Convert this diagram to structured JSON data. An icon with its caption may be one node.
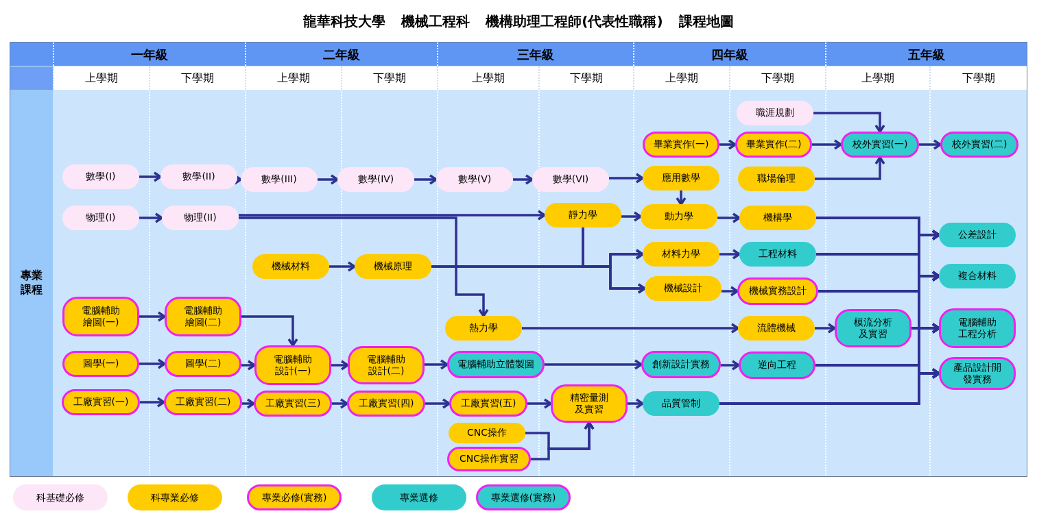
{
  "diagram": {
    "title": "龍華科技大學 機械工程科 機構助理工程師(代表性職稱) 課程地圖",
    "nodes": [
      {
        "text": [
          "職涯規劃"
        ]
      },
      {
        "text": [
          "畢業實作(一)"
        ]
      },
      {
        "text": [
          "畢業實作(二)"
        ]
      },
      {
        "text": [
          "校外實習(一)"
        ]
      },
      {
        "text": [
          "校外實習(二)"
        ]
      },
      {
        "text": [
          "數學(I)"
        ]
      },
      {
        "text": [
          "數學(II)"
        ]
      },
      {
        "text": [
          "數學(III)"
        ]
      },
      {
        "text": [
          "數學(IV)"
        ]
      },
      {
        "text": [
          "數學(V)"
        ]
      },
      {
        "text": [
          "數學(VI)"
        ]
      },
      {
        "text": [
          "應用數學"
        ]
      },
      {
        "text": [
          "職場倫理"
        ]
      },
      {
        "text": [
          "物理(I)"
        ]
      },
      {
        "text": [
          "物理(II)"
        ]
      },
      {
        "text": [
          "靜力學"
        ]
      },
      {
        "text": [
          "動力學"
        ]
      },
      {
        "text": [
          "機構學"
        ]
      },
      {
        "text": [
          "公差設計"
        ]
      },
      {
        "text": [
          "機械材料"
        ]
      },
      {
        "text": [
          "機械原理"
        ]
      },
      {
        "text": [
          "材料力學"
        ]
      },
      {
        "text": [
          "工程材料"
        ]
      },
      {
        "text": [
          "複合材料"
        ]
      },
      {
        "text": [
          "機械設計"
        ]
      },
      {
        "text": [
          "機械實務設計"
        ]
      },
      {
        "text": [
          "電腦輔助繪圖(一)"
        ]
      },
      {
        "text": [
          "電腦輔助繪圖(二)"
        ]
      },
      {
        "text": [
          "熱力學"
        ]
      },
      {
        "text": [
          "流體機械"
        ]
      },
      {
        "text": [
          "模流分析及實習"
        ]
      },
      {
        "text": [
          "電腦輔助工程分析"
        ]
      },
      {
        "text": [
          "圖學(一)"
        ]
      },
      {
        "text": [
          "圖學(二)"
        ]
      },
      {
        "text": [
          "電腦輔助設計(一)"
        ]
      },
      {
        "text": [
          "電腦輔助設計(二)"
        ]
      },
      {
        "text": [
          "電腦輔助立體製圖"
        ]
      },
      {
        "text": [
          "創新設計實務"
        ]
      },
      {
        "text": [
          "逆向工程"
        ]
      },
      {
        "text": [
          "產品設計開發實務"
        ]
      },
      {
        "text": [
          "工廠實習(一)"
        ]
      },
      {
        "text": [
          "工廠實習(二)"
        ]
      },
      {
        "text": [
          "工廠實習(三)"
        ]
      },
      {
        "text": [
          "工廠實習(四)"
        ]
      },
      {
        "text": [
          "工廠實習(五)"
        ]
      },
      {
        "text": [
          "精密量測及實習"
        ]
      },
      {
        "text": [
          "品質管制"
        ]
      },
      {
        "text": [
          "CNC操作"
        ]
      },
      {
        "text": [
          "CNC操作實習"
        ]
      }
    ],
    "edges": [
      {
        "from": 0,
        "to": 3,
        "arrow": "to"
      },
      {
        "from": 1,
        "to": 2,
        "arrow": "to"
      },
      {
        "from": 2,
        "to": 3,
        "arrow": "to"
      },
      {
        "from": 3,
        "to": 4,
        "arrow": "to"
      },
      {
        "from": 12,
        "to": 3,
        "arrow": "to"
      },
      {
        "from": 5,
        "to": 6,
        "arrow": "to"
      },
      {
        "from": 6,
        "to": 7,
        "arrow": "to"
      },
      {
        "from": 7,
        "to": 8,
        "arrow": "to"
      },
      {
        "from": 8,
        "to": 9,
        "arrow": "to"
      },
      {
        "from": 9,
        "to": 10,
        "arrow": "to"
      },
      {
        "from": 10,
        "to": 11,
        "arrow": "to"
      },
      {
        "from": 11,
        "to": 16,
        "arrow": "to"
      },
      {
        "from": 13,
        "to": 14,
        "arrow": "to"
      },
      {
        "from": 14,
        "to": 15,
        "arrow": "to"
      },
      {
        "from": 14,
        "to": 28,
        "arrow": "to"
      },
      {
        "from": 15,
        "to": 16,
        "arrow": "to"
      },
      {
        "from": 16,
        "to": 17,
        "arrow": "to"
      },
      {
        "from": 15,
        "to": 21,
        "arrow": "to"
      },
      {
        "from": 15,
        "to": 24,
        "arrow": "to"
      },
      {
        "from": 19,
        "to": 20,
        "arrow": "to"
      },
      {
        "from": 20,
        "to": 21,
        "arrow": "to"
      },
      {
        "from": 20,
        "to": 24,
        "arrow": "to"
      },
      {
        "from": 21,
        "to": 22,
        "arrow": "to"
      },
      {
        "from": 24,
        "to": 25,
        "arrow": "to"
      },
      {
        "from": 17,
        "to": 18,
        "arrow": "to"
      },
      {
        "from": 17,
        "to": 23,
        "arrow": "to"
      },
      {
        "from": 17,
        "to": 31,
        "arrow": "to"
      },
      {
        "from": 17,
        "to": 39,
        "arrow": "to"
      },
      {
        "from": 22,
        "to": 18,
        "arrow": "to"
      },
      {
        "from": 22,
        "to": 23,
        "arrow": "to"
      },
      {
        "from": 22,
        "to": 31,
        "arrow": "to"
      },
      {
        "from": 22,
        "to": 39,
        "arrow": "to"
      },
      {
        "from": 25,
        "to": 18,
        "arrow": "to"
      },
      {
        "from": 25,
        "to": 23,
        "arrow": "to"
      },
      {
        "from": 25,
        "to": 31,
        "arrow": "to"
      },
      {
        "from": 25,
        "to": 39,
        "arrow": "to"
      },
      {
        "from": 30,
        "to": 18,
        "arrow": "to"
      },
      {
        "from": 30,
        "to": 23,
        "arrow": "to"
      },
      {
        "from": 30,
        "to": 31,
        "arrow": "to"
      },
      {
        "from": 30,
        "to": 39,
        "arrow": "to"
      },
      {
        "from": 38,
        "to": 18,
        "arrow": "to"
      },
      {
        "from": 38,
        "to": 23,
        "arrow": "to"
      },
      {
        "from": 38,
        "to": 31,
        "arrow": "to"
      },
      {
        "from": 38,
        "to": 39,
        "arrow": "to"
      },
      {
        "from": 46,
        "to": 18,
        "arrow": "to"
      },
      {
        "from": 46,
        "to": 23,
        "arrow": "to"
      },
      {
        "from": 46,
        "to": 31,
        "arrow": "to"
      },
      {
        "from": 46,
        "to": 39,
        "arrow": "to"
      },
      {
        "from": 26,
        "to": 27,
        "arrow": "to"
      },
      {
        "from": 27,
        "to": 34,
        "arrow": "to"
      },
      {
        "from": 28,
        "to": 29,
        "arrow": "to"
      },
      {
        "from": 29,
        "to": 30,
        "arrow": "to"
      },
      {
        "from": 32,
        "to": 33,
        "arrow": "to"
      },
      {
        "from": 33,
        "to": 34,
        "arrow": "to"
      },
      {
        "from": 34,
        "to": 35,
        "arrow": "to"
      },
      {
        "from": 35,
        "to": 36,
        "arrow": "to"
      },
      {
        "from": 36,
        "to": 37,
        "arrow": "to"
      },
      {
        "from": 37,
        "to": 38,
        "arrow": "to"
      },
      {
        "from": 40,
        "to": 41,
        "arrow": "to"
      },
      {
        "from": 41,
        "to": 42,
        "arrow": "to"
      },
      {
        "from": 42,
        "to": 43,
        "arrow": "to"
      },
      {
        "from": 43,
        "to": 44,
        "arrow": "to"
      },
      {
        "from": 44,
        "to": 45,
        "arrow": "to"
      },
      {
        "from": 45,
        "to": 46,
        "arrow": "to"
      },
      {
        "from": 47,
        "to": 45,
        "arrow": "to"
      },
      {
        "from": 48,
        "to": 45,
        "arrow": "to"
      }
    ],
    "labels": [
      "一年級",
      "二年級",
      "三年級",
      "四年級",
      "五年級",
      "上學期",
      "下學期",
      "上學期",
      "下學期",
      "上學期",
      "下學期",
      "上學期",
      "下學期",
      "上學期",
      "下學期",
      "專業課程"
    ],
    "legend": [
      {
        "text": "科基礎必修",
        "color": "#fde6f8"
      },
      {
        "text": "科專業必修",
        "color": "#ffcc00"
      },
      {
        "text": "專業必修(實務)",
        "color": "#ffcc00"
      },
      {
        "text": "專業選修",
        "color": "#33cccc"
      },
      {
        "text": "專業選修(實務)",
        "color": "#33cccc"
      }
    ]
  }
}
